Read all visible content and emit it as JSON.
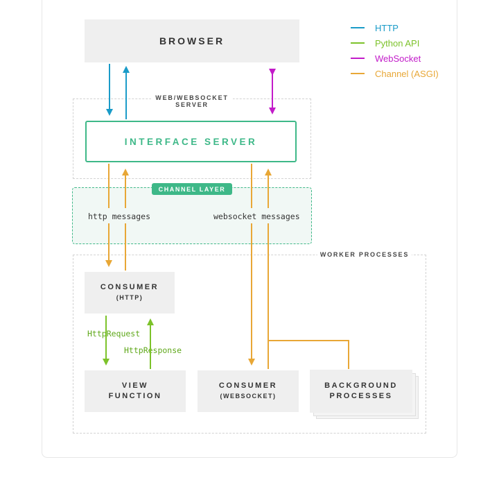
{
  "colors": {
    "http": "#1a9bc8",
    "python_api": "#7cc22a",
    "websocket": "#c21bc9",
    "channel": "#e8a736",
    "interface_green": "#3eb888",
    "channel_layer_bg": "#f1f8f5"
  },
  "legend": [
    {
      "label": "HTTP",
      "color": "#1a9bc8"
    },
    {
      "label": "Python API",
      "color": "#7cc22a"
    },
    {
      "label": "WebSocket",
      "color": "#c21bc9"
    },
    {
      "label": "Channel (ASGI)",
      "color": "#e8a736"
    }
  ],
  "browser": {
    "label": "BROWSER"
  },
  "web_server": {
    "label": "WEB/WEBSOCKET\nSERVER"
  },
  "interface_server": {
    "label": "INTERFACE SERVER"
  },
  "channel_layer": {
    "label": "CHANNEL LAYER",
    "http_messages": "http messages",
    "websocket_messages": "websocket messages"
  },
  "worker_processes": {
    "label": "WORKER PROCESSES"
  },
  "consumer_http": {
    "label": "CONSUMER",
    "sub": "(HTTP)"
  },
  "view_function": {
    "label": "VIEW\nFUNCTION"
  },
  "consumer_websocket": {
    "label": "CONSUMER",
    "sub": "(WEBSOCKET)"
  },
  "background_processes": {
    "label": "BACKGROUND\nPROCESSES"
  },
  "http_request": "HttpRequest",
  "http_response": "HttpResponse"
}
